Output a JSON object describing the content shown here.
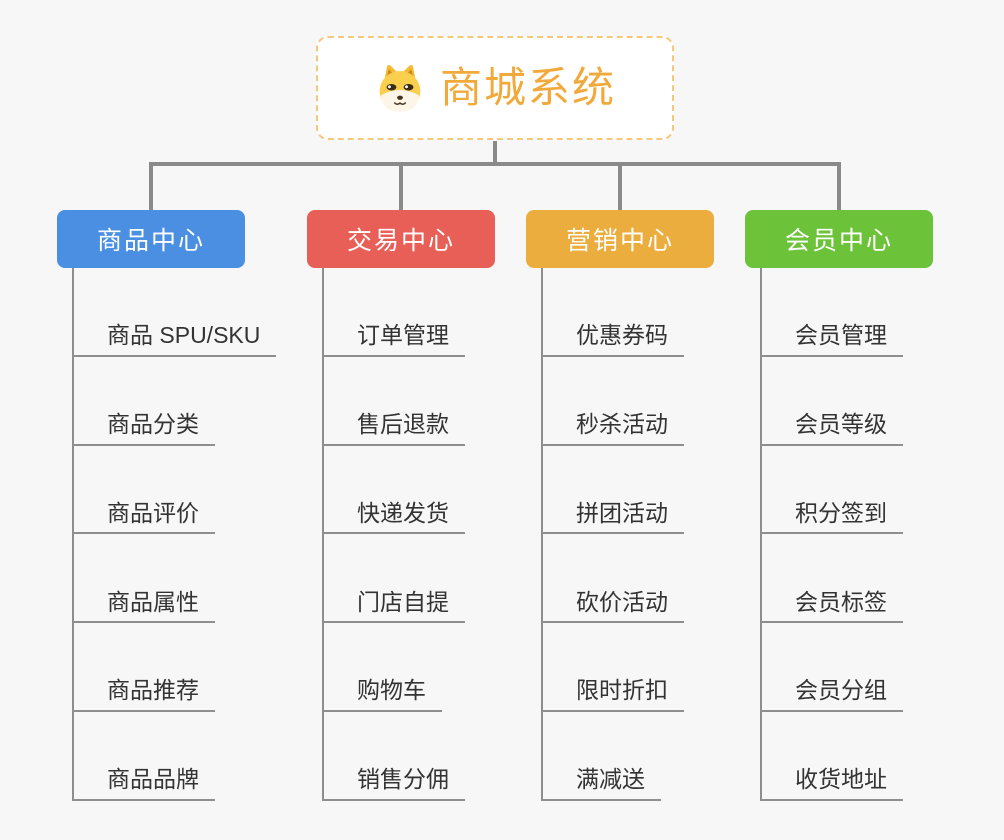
{
  "root": {
    "title": "商城系统",
    "icon": "dog-face-icon"
  },
  "branches": [
    {
      "label": "商品中心",
      "color": "#4b8fe2",
      "children": [
        "商品 SPU/SKU",
        "商品分类",
        "商品评价",
        "商品属性",
        "商品推荐",
        "商品品牌"
      ]
    },
    {
      "label": "交易中心",
      "color": "#e85f57",
      "children": [
        "订单管理",
        "售后退款",
        "快递发货",
        "门店自提",
        "购物车",
        "销售分佣"
      ]
    },
    {
      "label": "营销中心",
      "color": "#ecad3f",
      "children": [
        "优惠券码",
        "秒杀活动",
        "拼团活动",
        "砍价活动",
        "限时折扣",
        "满减送"
      ]
    },
    {
      "label": "会员中心",
      "color": "#6cc238",
      "children": [
        "会员管理",
        "会员等级",
        "积分签到",
        "会员标签",
        "会员分组",
        "收货地址"
      ]
    }
  ],
  "colors": {
    "background": "#f7f7f7",
    "connector": "#8a8a8a",
    "leaf_line": "#8e8e8e",
    "leaf_text": "#333333",
    "root_text": "#f2a93b",
    "root_border": "#f6c87e",
    "branch_text": "#ffffff"
  }
}
